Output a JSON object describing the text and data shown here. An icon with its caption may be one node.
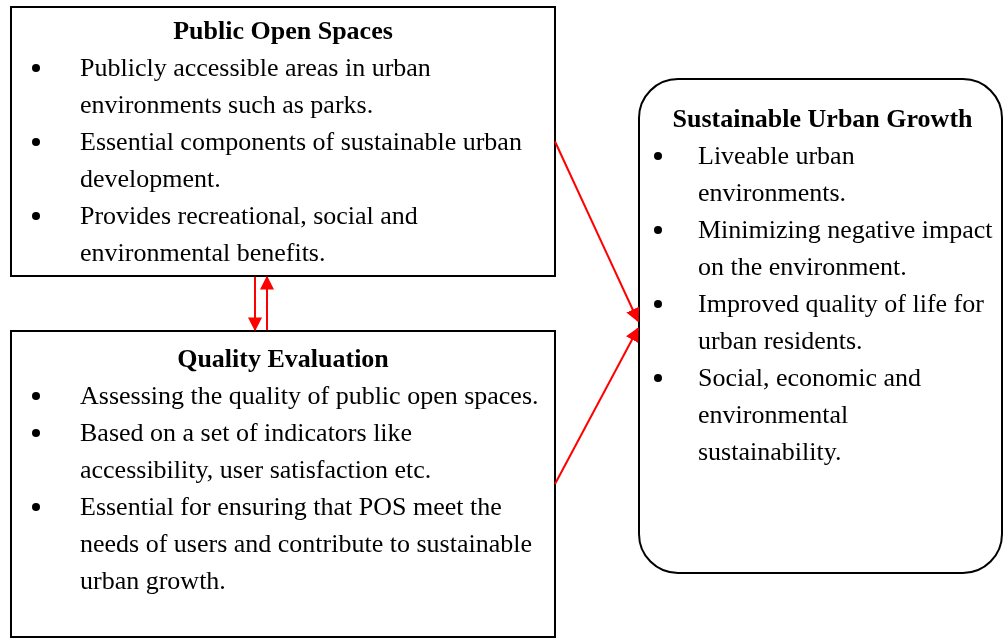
{
  "diagram": {
    "nodes": [
      {
        "text": [
          "Public Open Spaces",
          "Publicly accessible areas in urban environments such as parks.",
          "Essential components of sustainable urban development.",
          "Provides recreational, social and environmental benefits."
        ]
      },
      {
        "text": [
          "Quality Evaluation",
          "Assessing the quality of public open spaces.",
          "Based on a set of indicators like accessibility, user satisfaction etc.",
          "Essential for ensuring that POS meet the needs of users and contribute to sustainable urban growth."
        ]
      },
      {
        "text": [
          "Sustainable Urban Growth",
          "Liveable urban environments.",
          "Minimizing negative impact on the environment.",
          "Improved quality of life for urban residents.",
          "Social, economic and environmental sustainability."
        ]
      }
    ],
    "edges": [
      {
        "from": 0,
        "to": 2,
        "arrow": "to"
      },
      {
        "from": 1,
        "to": 2,
        "arrow": "to"
      },
      {
        "from": 0,
        "to": 1,
        "arrow": "to"
      },
      {
        "from": 1,
        "to": 0,
        "arrow": "to"
      }
    ]
  }
}
